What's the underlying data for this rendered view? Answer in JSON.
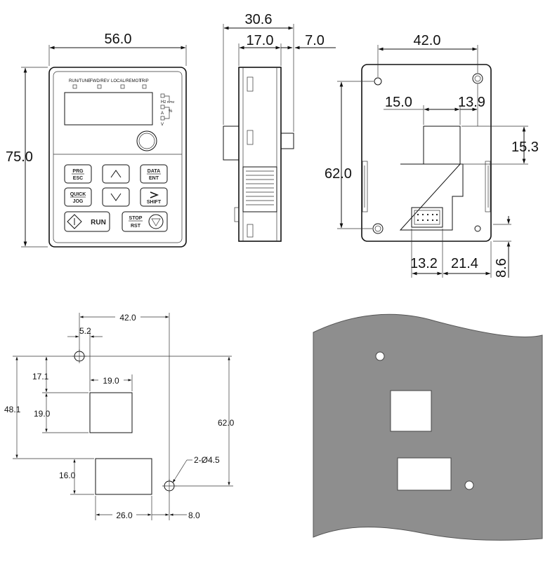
{
  "front_view": {
    "dim_width": "56.0",
    "dim_height": "75.0",
    "indicators": [
      "RUN/TUNE",
      "FWD/REV",
      "LOCAL/REMOT",
      "TRIP"
    ],
    "unit_hz": "Hz",
    "unit_rpm": "RPM",
    "unit_a": "A",
    "unit_v": "V",
    "unit_percent": "%",
    "keys": {
      "prg": "PRG",
      "esc": "ESC",
      "data": "DATA",
      "ent": "ENT",
      "quick": "QUICK",
      "jog": "JOG",
      "shift": "SHIFT",
      "run": "RUN",
      "stop": "STOP",
      "rst": "RST"
    }
  },
  "side_view": {
    "dim_total": "30.6",
    "dim_body": "17.0",
    "dim_offset": "7.0"
  },
  "rear_view": {
    "dim_hole_spacing": "42.0",
    "dim_height": "62.0",
    "dim_left": "15.0",
    "dim_right": "13.9",
    "dim_window": "15.3",
    "dim_conn_left": "13.2",
    "dim_conn_right": "21.4",
    "dim_bottom": "8.6"
  },
  "cutout": {
    "dim_hole_spacing": "42.0",
    "dim_hole_offset": "5.2",
    "dim_top": "17.1",
    "dim_square_w": "19.0",
    "dim_square_h": "19.0",
    "dim_total_h": "48.1",
    "dim_vertical": "62.0",
    "dim_hole": "2-Ø4.5",
    "dim_rect_h": "16.0",
    "dim_rect_w": "26.0",
    "dim_right_offset": "8.0"
  },
  "colors": {
    "plate": "#8e8e8e",
    "lines": "#111111"
  }
}
